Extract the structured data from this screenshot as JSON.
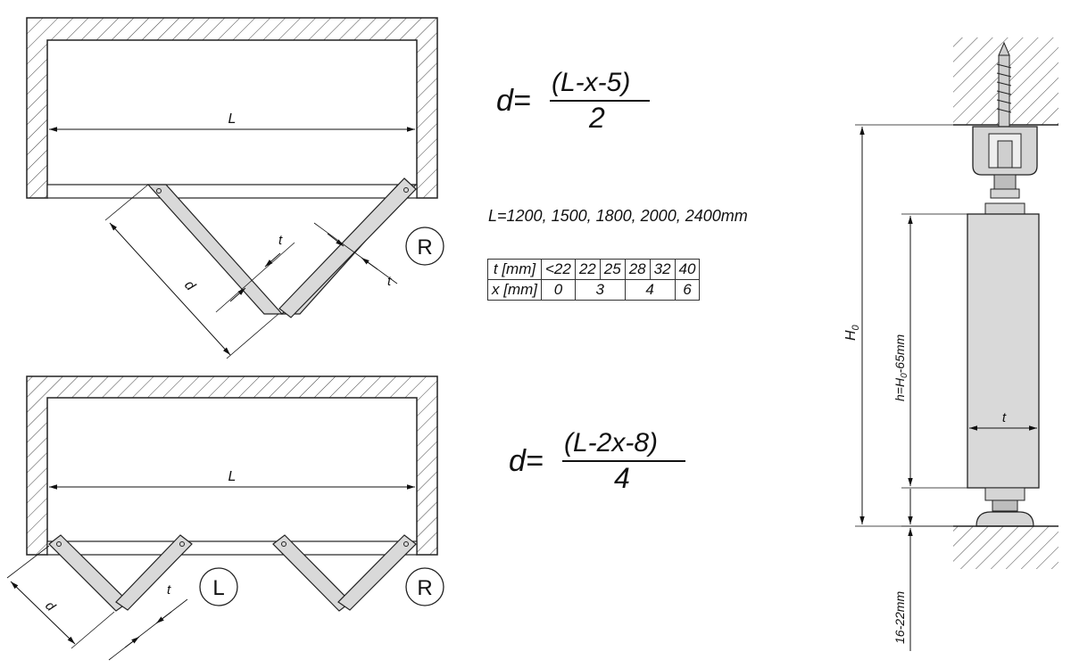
{
  "diagram": {
    "top_frame": {
      "length_label": "L",
      "width_label": "d",
      "thickness_label": "t",
      "side_label": "R"
    },
    "bottom_frame": {
      "length_label": "L",
      "width_label": "d",
      "thickness_label": "t",
      "left_side_label": "L",
      "right_side_label": "R"
    },
    "formula_top": {
      "lhs": "d=",
      "numerator": "(L-x-5)",
      "denominator": "2"
    },
    "formula_bottom": {
      "lhs": "d=",
      "numerator": "(L-2x-8)",
      "denominator": "4"
    },
    "lengths_text": "L=1200, 1500, 1800, 2000, 2400mm",
    "table": {
      "t_header": "t [mm]",
      "t_values": [
        "<22",
        "22",
        "25",
        "28",
        "32",
        "40"
      ],
      "x_header": "x [mm]",
      "x_values": [
        "0",
        "3",
        "4",
        "6"
      ]
    },
    "side_view": {
      "total_height_label": "H",
      "total_height_sub": "0",
      "door_height_label_prefix": "h=H",
      "door_height_label_sub": "0",
      "door_height_label_suffix": "-65mm",
      "thickness_label": "t",
      "floor_gap_label": "16-22mm"
    }
  }
}
